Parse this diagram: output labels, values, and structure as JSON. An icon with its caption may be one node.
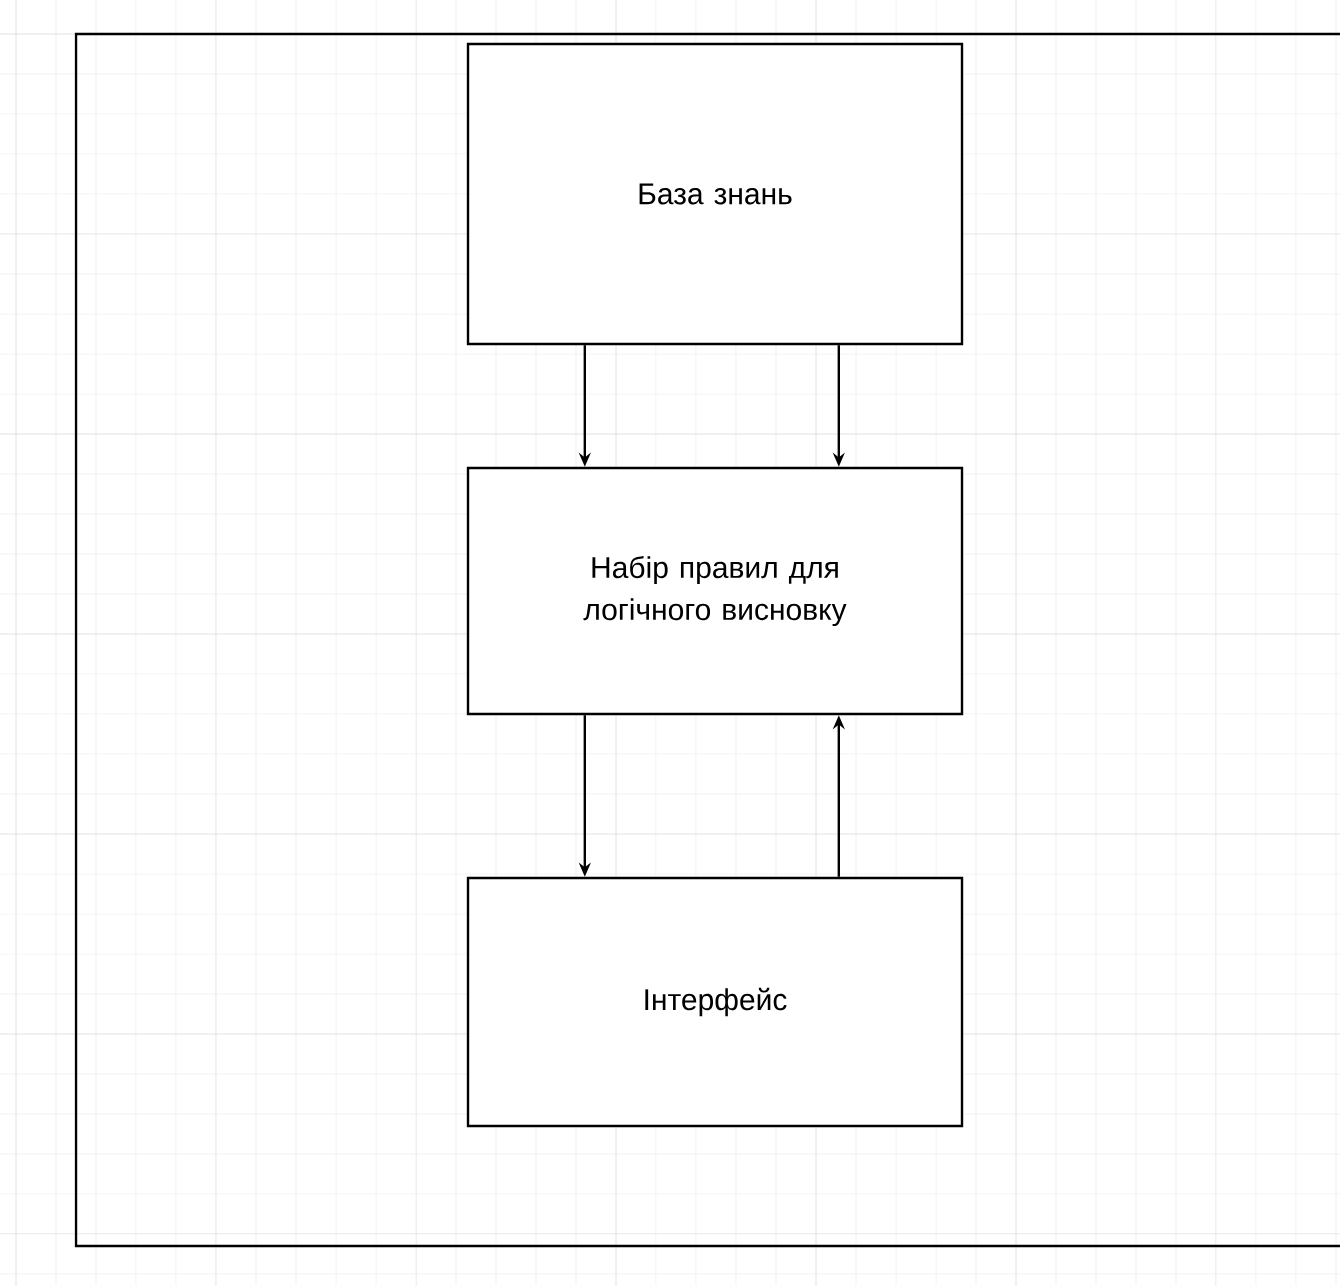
{
  "diagram": {
    "nodes": [
      {
        "text": [
          "База знань"
        ]
      },
      {
        "text": [
          "Набір правил для логічного висновку"
        ]
      },
      {
        "text": [
          "Інтерфейс"
        ]
      }
    ],
    "edges": [
      {
        "from": 0,
        "to": 1,
        "arrow": "to"
      },
      {
        "from": 0,
        "to": 1,
        "arrow": "to"
      },
      {
        "from": 1,
        "to": 2,
        "arrow": "to"
      },
      {
        "from": 2,
        "to": 1,
        "arrow": "to"
      }
    ]
  }
}
